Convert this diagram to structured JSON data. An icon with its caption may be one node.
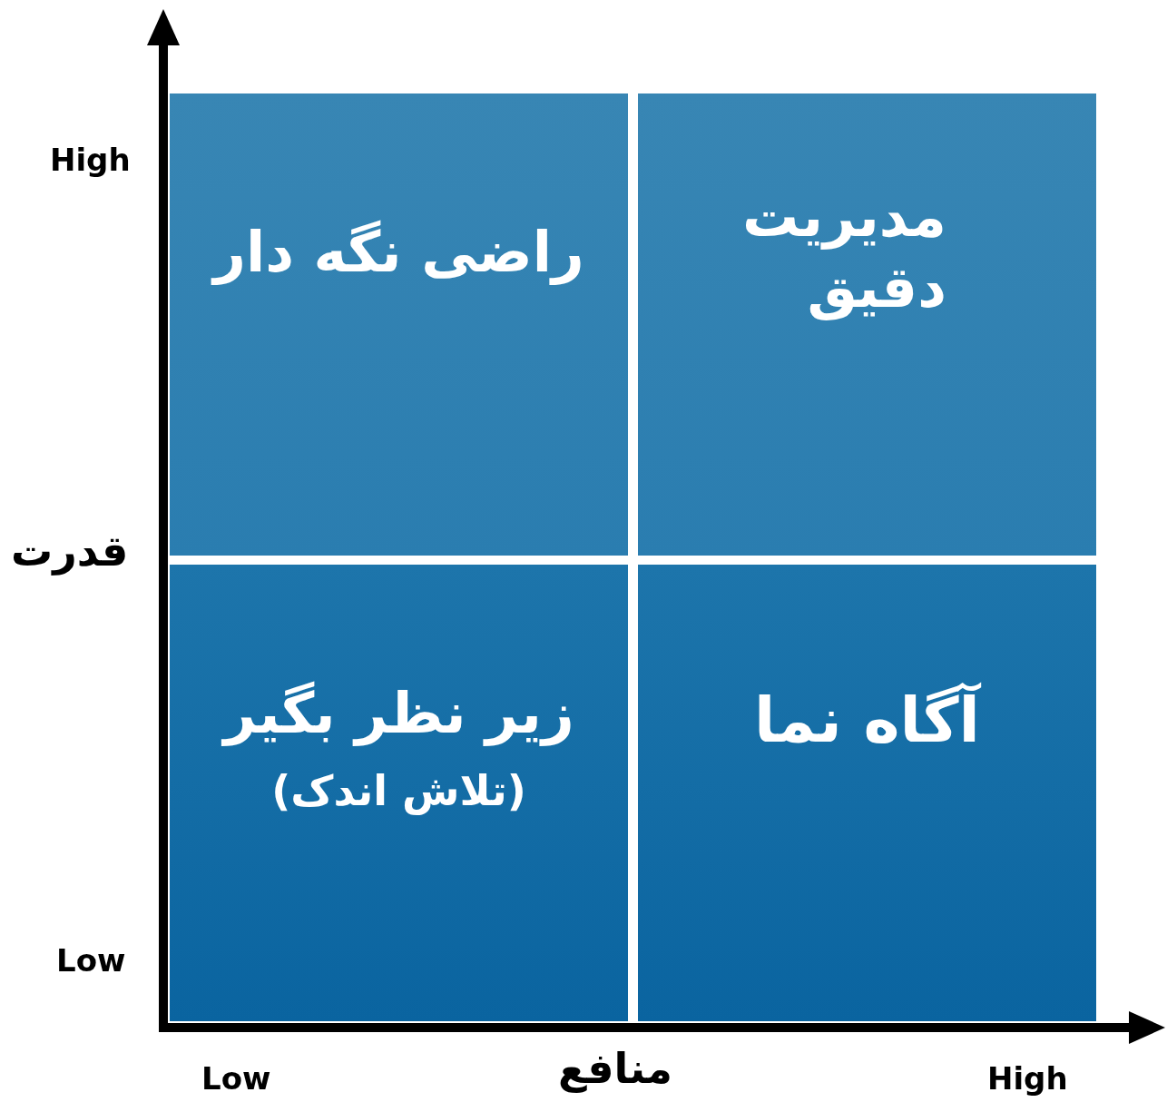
{
  "diagram": {
    "nodes": [
      {
        "text": [
          "راضی نگه دار"
        ]
      },
      {
        "text": [
          "مدیریت دقیق"
        ]
      },
      {
        "text": [
          "زیر نظر بگیر",
          "(تلاش اندک)"
        ]
      },
      {
        "text": [
          "آگاه نما"
        ]
      }
    ],
    "labels": [
      "High",
      "قدرت",
      "Low",
      "Low",
      "منافع",
      "High"
    ]
  }
}
